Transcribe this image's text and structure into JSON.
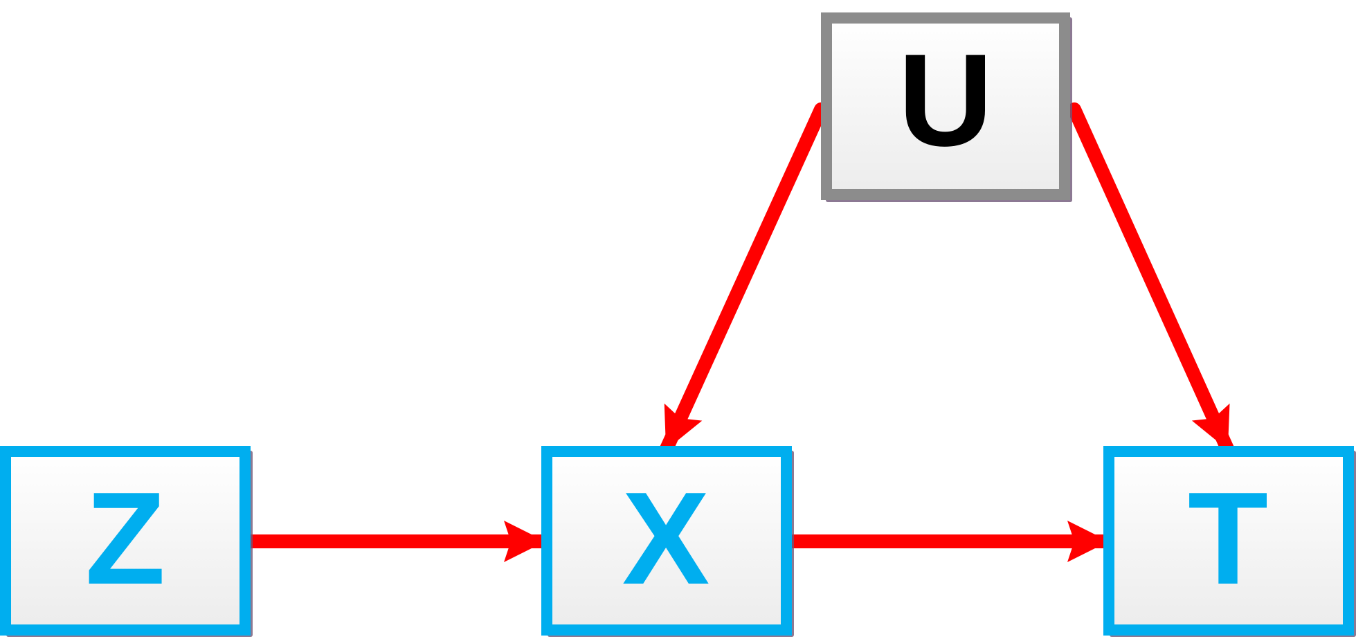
{
  "diagram": {
    "nodes": {
      "u": {
        "label": "U"
      },
      "z": {
        "label": "Z"
      },
      "x": {
        "label": "X"
      },
      "t": {
        "label": "T"
      }
    },
    "edges": [
      {
        "from": "Z",
        "to": "X"
      },
      {
        "from": "X",
        "to": "T"
      },
      {
        "from": "U",
        "to": "X"
      },
      {
        "from": "U",
        "to": "T"
      }
    ]
  },
  "colors": {
    "edge": "#ff0000",
    "observed_border": "#00aeef",
    "observed_text": "#00aeef",
    "latent_border": "#8c8c8c",
    "latent_text": "#000000"
  }
}
